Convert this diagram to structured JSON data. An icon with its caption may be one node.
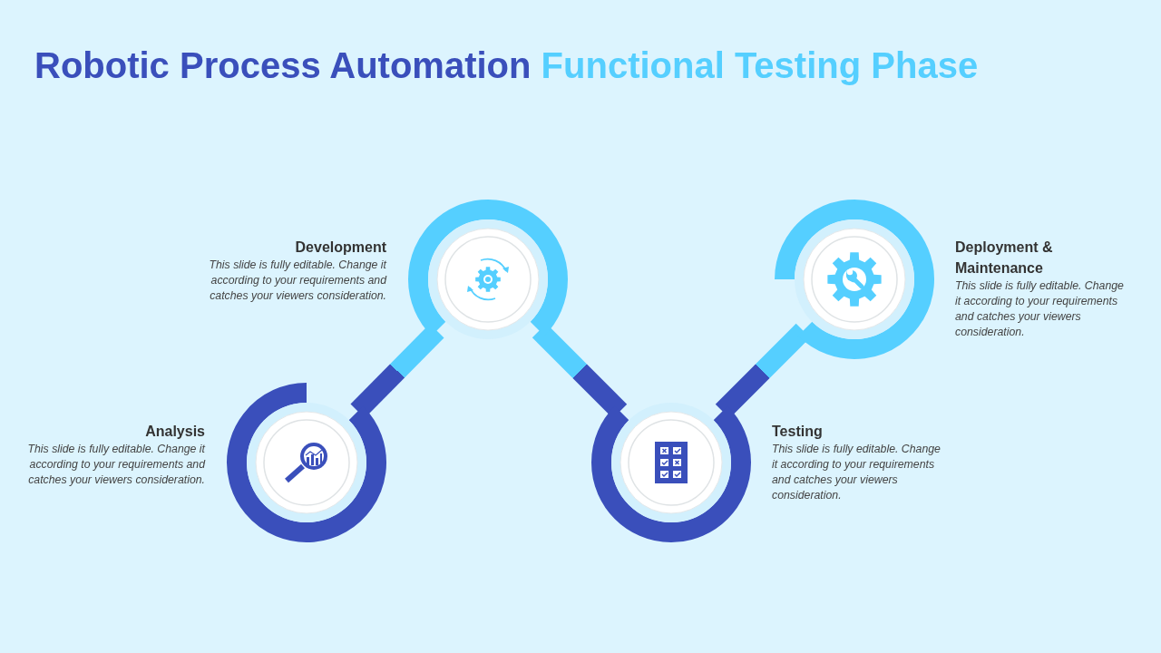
{
  "diagram": {
    "title": "Robotic Process Automation **Functional Testing Phase**",
    "nodes": [
      {
        "text": [
          "Analysis",
          "This slide is fully editable. Change it according to your requirements and catches your viewers consideration."
        ]
      },
      {
        "text": [
          "Development",
          "This slide is fully editable. Change it according to your requirements and catches your viewers consideration."
        ]
      },
      {
        "text": [
          "Testing",
          "This slide is fully editable. Change it according to your requirements and catches your viewers consideration."
        ]
      },
      {
        "text": [
          "Deployment & Maintenance",
          "This slide is fully editable. Change it according to your requirements and catches your viewers consideration."
        ]
      }
    ],
    "edges": [
      {
        "from": 0,
        "to": 1,
        "arrow": "none"
      },
      {
        "from": 1,
        "to": 2,
        "arrow": "none"
      },
      {
        "from": 2,
        "to": 3,
        "arrow": "none"
      }
    ]
  }
}
